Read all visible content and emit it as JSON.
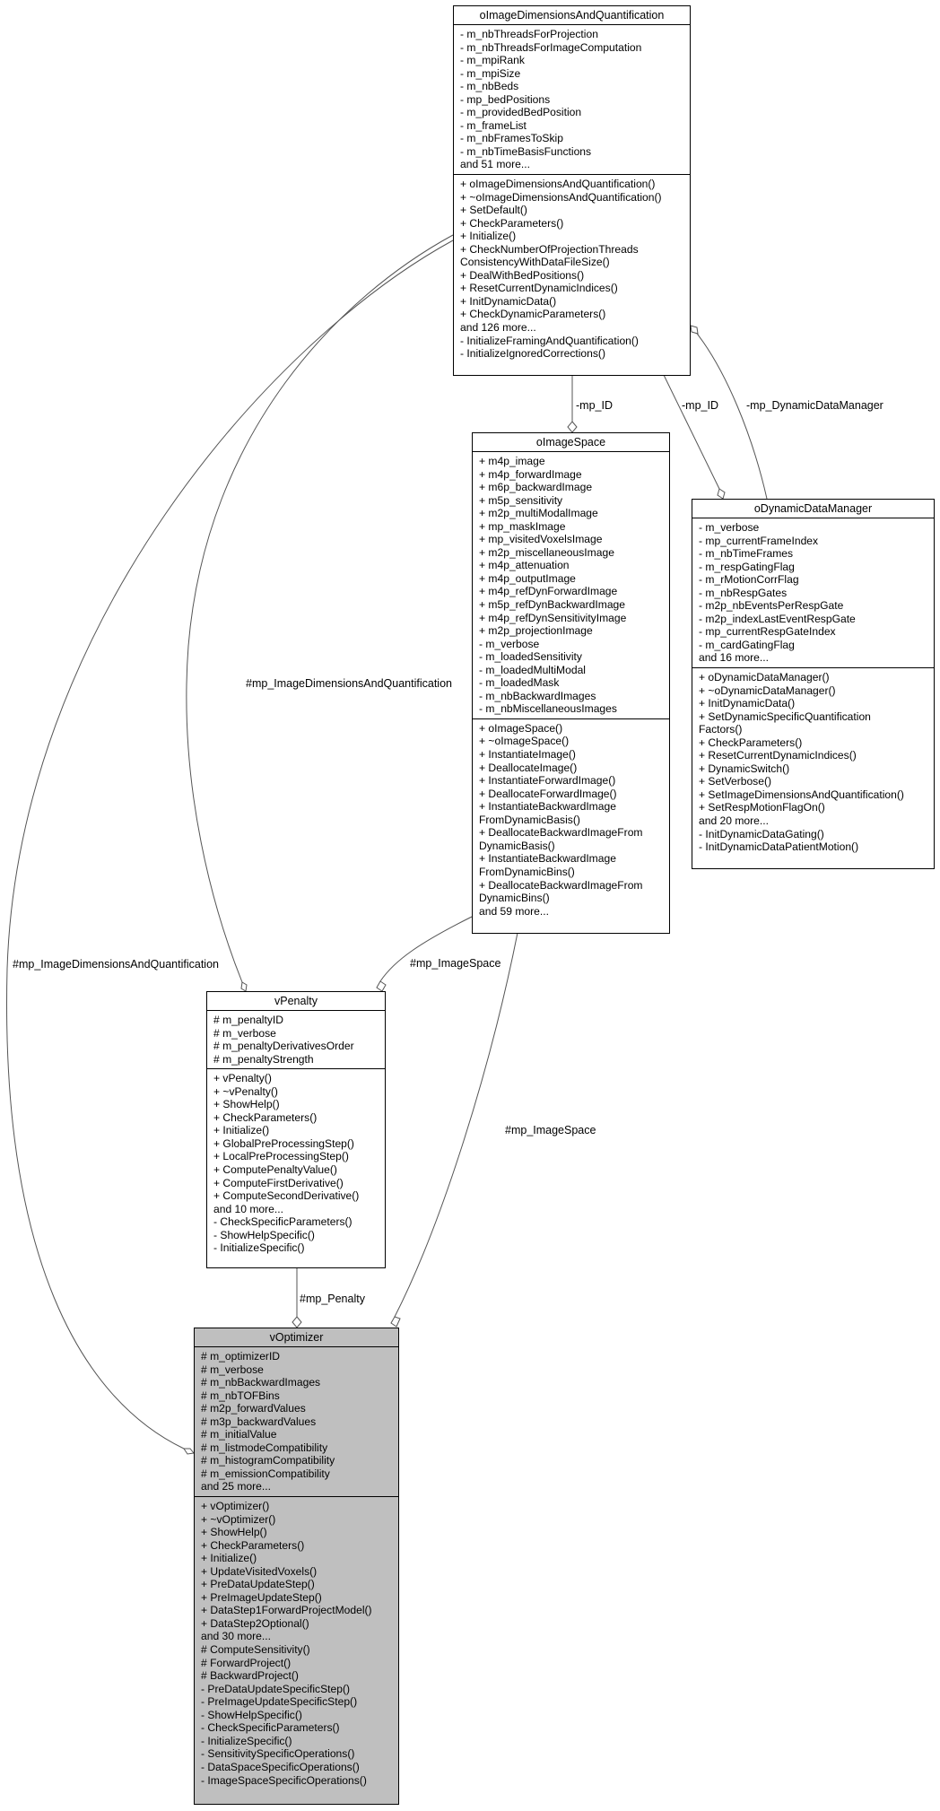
{
  "classes": {
    "dims": {
      "name": "oImageDimensionsAndQuantification",
      "attributes": [
        "- m_nbThreadsForProjection",
        "- m_nbThreadsForImageComputation",
        "- m_mpiRank",
        "- m_mpiSize",
        "- m_nbBeds",
        "- mp_bedPositions",
        "- m_providedBedPosition",
        "- m_frameList",
        "- m_nbFramesToSkip",
        "- m_nbTimeBasisFunctions",
        "and 51 more..."
      ],
      "methods": [
        "+ oImageDimensionsAndQuantification()",
        "+ ~oImageDimensionsAndQuantification()",
        "+ SetDefault()",
        "+ CheckParameters()",
        "+ Initialize()",
        "+ CheckNumberOfProjectionThreads",
        "ConsistencyWithDataFileSize()",
        "+ DealWithBedPositions()",
        "+ ResetCurrentDynamicIndices()",
        "+ InitDynamicData()",
        "+ CheckDynamicParameters()",
        "and 126 more...",
        "- InitializeFramingAndQuantification()",
        "- InitializeIgnoredCorrections()"
      ]
    },
    "imgspace": {
      "name": "oImageSpace",
      "attributes": [
        "+ m4p_image",
        "+ m4p_forwardImage",
        "+ m6p_backwardImage",
        "+ m5p_sensitivity",
        "+ m2p_multiModalImage",
        "+ mp_maskImage",
        "+ mp_visitedVoxelsImage",
        "+ m2p_miscellaneousImage",
        "+ m4p_attenuation",
        "+ m4p_outputImage",
        "+ m4p_refDynForwardImage",
        "+ m5p_refDynBackwardImage",
        "+ m4p_refDynSensitivityImage",
        "+ m2p_projectionImage",
        "- m_verbose",
        "- m_loadedSensitivity",
        "- m_loadedMultiModal",
        "- m_loadedMask",
        "- m_nbBackwardImages",
        "- m_nbMiscellaneousImages"
      ],
      "methods": [
        "+ oImageSpace()",
        "+ ~oImageSpace()",
        "+ InstantiateImage()",
        "+ DeallocateImage()",
        "+ InstantiateForwardImage()",
        "+ DeallocateForwardImage()",
        "+ InstantiateBackwardImage",
        "FromDynamicBasis()",
        "+ DeallocateBackwardImageFrom",
        "DynamicBasis()",
        "+ InstantiateBackwardImage",
        "FromDynamicBins()",
        "+ DeallocateBackwardImageFrom",
        "DynamicBins()",
        "and 59 more..."
      ]
    },
    "dynmgr": {
      "name": "oDynamicDataManager",
      "attributes": [
        "- m_verbose",
        "- mp_currentFrameIndex",
        "- m_nbTimeFrames",
        "- m_respGatingFlag",
        "- m_rMotionCorrFlag",
        "- m_nbRespGates",
        "- m2p_nbEventsPerRespGate",
        "- m2p_indexLastEventRespGate",
        "- mp_currentRespGateIndex",
        "- m_cardGatingFlag",
        "and 16 more..."
      ],
      "methods": [
        "+ oDynamicDataManager()",
        "+ ~oDynamicDataManager()",
        "+ InitDynamicData()",
        "+ SetDynamicSpecificQuantification",
        "Factors()",
        "+ CheckParameters()",
        "+ ResetCurrentDynamicIndices()",
        "+ DynamicSwitch()",
        "+ SetVerbose()",
        "+ SetImageDimensionsAndQuantification()",
        "+ SetRespMotionFlagOn()",
        "and 20 more...",
        "- InitDynamicDataGating()",
        "- InitDynamicDataPatientMotion()"
      ]
    },
    "penalty": {
      "name": "vPenalty",
      "attributes": [
        "# m_penaltyID",
        "# m_verbose",
        "# m_penaltyDerivativesOrder",
        "# m_penaltyStrength"
      ],
      "methods": [
        "+ vPenalty()",
        "+ ~vPenalty()",
        "+ ShowHelp()",
        "+ CheckParameters()",
        "+ Initialize()",
        "+ GlobalPreProcessingStep()",
        "+ LocalPreProcessingStep()",
        "+ ComputePenaltyValue()",
        "+ ComputeFirstDerivative()",
        "+ ComputeSecondDerivative()",
        "and 10 more...",
        "- CheckSpecificParameters()",
        "- ShowHelpSpecific()",
        "- InitializeSpecific()"
      ]
    },
    "optimizer": {
      "name": "vOptimizer",
      "attributes": [
        "# m_optimizerID",
        "# m_verbose",
        "# m_nbBackwardImages",
        "# m_nbTOFBins",
        "# m2p_forwardValues",
        "# m3p_backwardValues",
        "# m_initialValue",
        "# m_listmodeCompatibility",
        "# m_histogramCompatibility",
        "# m_emissionCompatibility",
        "and 25 more..."
      ],
      "methods": [
        "+ vOptimizer()",
        "+ ~vOptimizer()",
        "+ ShowHelp()",
        "+ CheckParameters()",
        "+ Initialize()",
        "+ UpdateVisitedVoxels()",
        "+ PreDataUpdateStep()",
        "+ PreImageUpdateStep()",
        "+ DataStep1ForwardProjectModel()",
        "+ DataStep2Optional()",
        "and 30 more...",
        "# ComputeSensitivity()",
        "# ForwardProject()",
        "# BackwardProject()",
        "- PreDataUpdateSpecificStep()",
        "- PreImageUpdateSpecificStep()",
        "- ShowHelpSpecific()",
        "- CheckSpecificParameters()",
        "- InitializeSpecific()",
        "- SensitivitySpecificOperations()",
        "- DataSpaceSpecificOperations()",
        "- ImageSpaceSpecificOperations()"
      ]
    }
  },
  "edge_labels": {
    "dims_to_imgspace": "-mp_ID",
    "dims_to_dynmgr": "-mp_ID",
    "dynmgr_to_dims": "-mp_DynamicDataManager",
    "dims_to_penalty": "#mp_ImageDimensionsAndQuantification",
    "dims_to_optimizer": "#mp_ImageDimensionsAndQuantification",
    "imgspace_to_penalty": "#mp_ImageSpace",
    "imgspace_to_optimizer": "#mp_ImageSpace",
    "penalty_to_optimizer": "#mp_Penalty"
  }
}
